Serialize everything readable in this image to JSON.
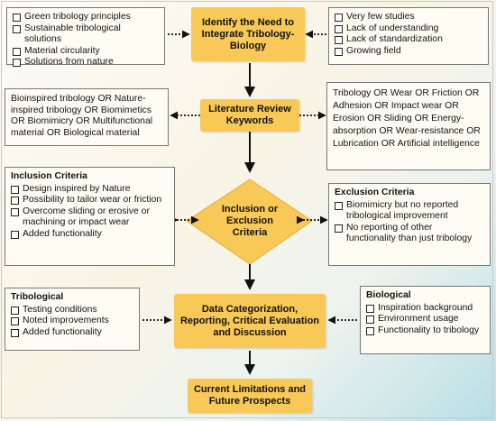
{
  "top_left": {
    "items": [
      "Green tribology principles",
      "Sustainable tribological solutions",
      "Material circularity",
      "Solutions from nature"
    ]
  },
  "top_center": {
    "title": "Identify the Need to Integrate Tribology-Biology"
  },
  "top_right": {
    "items": [
      "Very few studies",
      "Lack of understanding",
      "Lack of standardization",
      "Growing field"
    ]
  },
  "lit_left": {
    "text": "Bioinspired tribology OR Nature-inspired tribology OR Biomimetics OR Biomimicry OR Multifunctional material OR Biological material"
  },
  "lit_center": {
    "title": "Literature Review Keywords"
  },
  "lit_right": {
    "text": "Tribology OR Wear OR Friction OR Adhesion OR Impact wear OR Erosion OR Sliding OR Energy-absorption OR Wear-resistance OR Lubrication OR Artificial intelligence"
  },
  "inclusion": {
    "heading": "Inclusion Criteria",
    "items": [
      "Design inspired by Nature",
      "Possibility to tailor wear or friction",
      "Overcome sliding or erosive or machining or impact wear",
      "Added functionality"
    ]
  },
  "diamond": {
    "title": "Inclusion or Exclusion Criteria"
  },
  "exclusion": {
    "heading": "Exclusion Criteria",
    "items": [
      "Biomimicry but no reported tribological improvement",
      "No reporting of other functionality than just tribology"
    ]
  },
  "tribological": {
    "heading": "Tribological",
    "items": [
      "Testing conditions",
      "Noted improvements",
      "Added functionality"
    ]
  },
  "data_node": {
    "title": "Data Categorization, Reporting, Critical Evaluation and Discussion"
  },
  "biological": {
    "heading": "Biological",
    "items": [
      "Inspiration background",
      "Environment usage",
      "Functionality to tribology"
    ]
  },
  "final_node": {
    "title": "Current Limitations and Future Prospects"
  },
  "colors": {
    "node_fill": "#f8c957",
    "box_fill": "#fffdf3",
    "arrow": "#111111"
  }
}
